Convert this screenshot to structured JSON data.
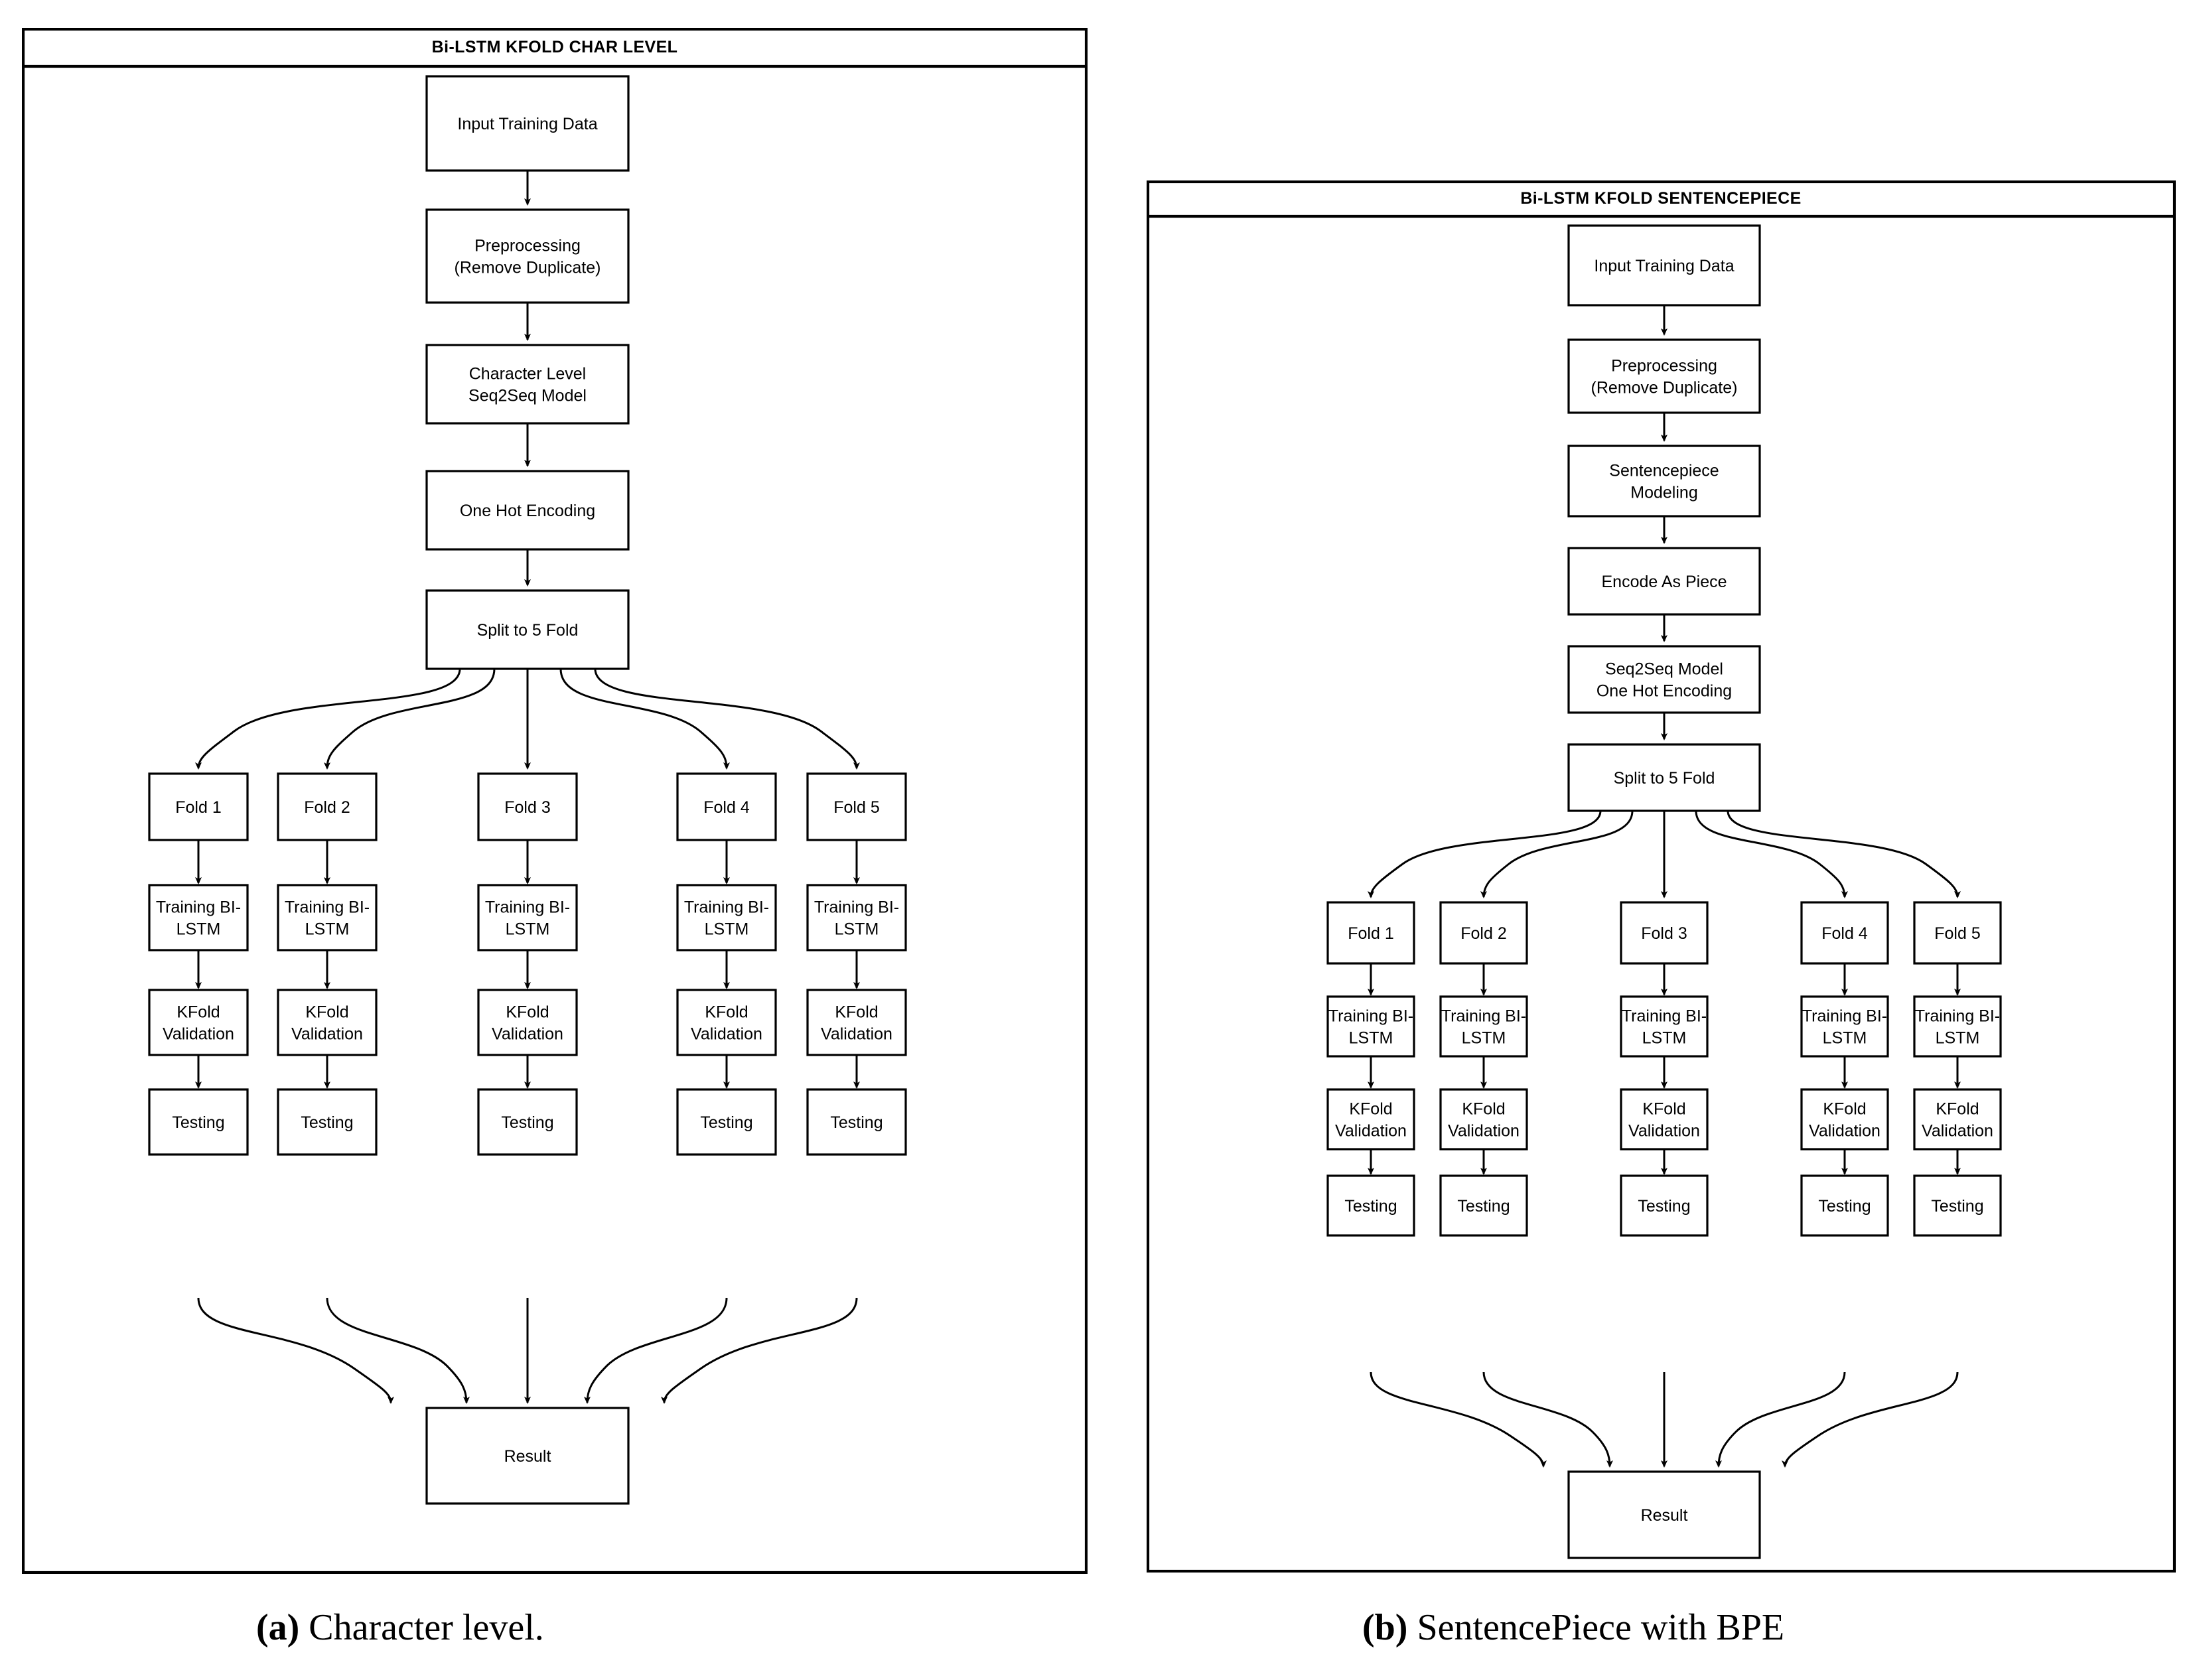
{
  "figure": {
    "panels": [
      {
        "id": "panel-a",
        "title": "Bi-LSTM KFOLD CHAR LEVEL",
        "caption_marker": "(a)",
        "caption_text": " Character level.",
        "pipeline": [
          "Input Training Data",
          "Preprocessing\n(Remove Duplicate)",
          "Character Level\nSeq2Seq Model",
          "One Hot Encoding",
          "Split to 5 Fold"
        ],
        "folds": [
          "Fold 1",
          "Fold 2",
          "Fold 3",
          "Fold 4",
          "Fold 5"
        ],
        "stage_training": "Training BI-\nLSTM",
        "stage_validation": "KFold\nValidation",
        "stage_testing": "Testing",
        "result": "Result"
      },
      {
        "id": "panel-b",
        "title": "Bi-LSTM KFOLD SENTENCEPIECE",
        "caption_marker": "(b)",
        "caption_text": " SentencePiece with BPE",
        "pipeline": [
          "Input Training Data",
          "Preprocessing\n(Remove Duplicate)",
          "Sentencepiece\nModeling",
          "Encode As Piece",
          "Seq2Seq Model\nOne Hot Encoding",
          "Split to 5 Fold"
        ],
        "folds": [
          "Fold 1",
          "Fold 2",
          "Fold 3",
          "Fold 4",
          "Fold 5"
        ],
        "stage_training": "Training BI-\nLSTM",
        "stage_validation": "KFold\nValidation",
        "stage_testing": "Testing",
        "result": "Result"
      }
    ],
    "colors": {
      "stroke": "#000000",
      "fill": "#ffffff",
      "background": "#ffffff"
    }
  }
}
